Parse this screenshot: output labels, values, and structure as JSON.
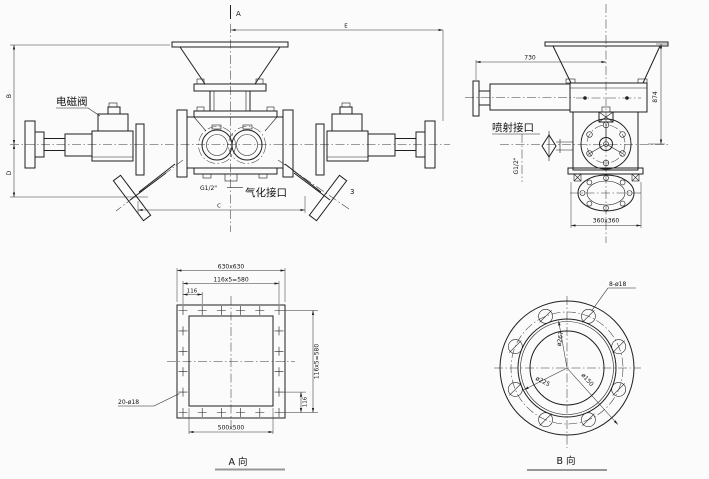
{
  "colors": {
    "line": "#1f1f1f",
    "background": "#fbfbfb",
    "underline": "#979797"
  },
  "front_view": {
    "section_label": "A",
    "dim_top_letter": "E",
    "dim_left_upper": "B",
    "dim_left_lower": "D",
    "dim_bottom_letter": "C",
    "solenoid_label": "电磁阀",
    "aeration_thread": "G1/2\"",
    "aeration_label": "气化接口",
    "item_no": "3"
  },
  "side_view": {
    "width_dim": "730",
    "height_dim": "874",
    "injection_label": "喷射接口",
    "injection_thread": "G1/2\"",
    "outlet_dim": "360x360"
  },
  "view_a": {
    "title": "A 向",
    "outer_dim": "630x630",
    "hole_pitch_h": "116x5=580",
    "pitch_h": "116",
    "hole_pitch_v": "116x5=580",
    "pitch_v": "116",
    "inner_dim": "500x500",
    "holes_label": "20-ø18"
  },
  "view_b": {
    "title": "B 向",
    "holes_label": "8-ø18",
    "dia_outer": "ø267",
    "dia_bolt_circle": "ø225",
    "dia_bore": "ø150"
  }
}
